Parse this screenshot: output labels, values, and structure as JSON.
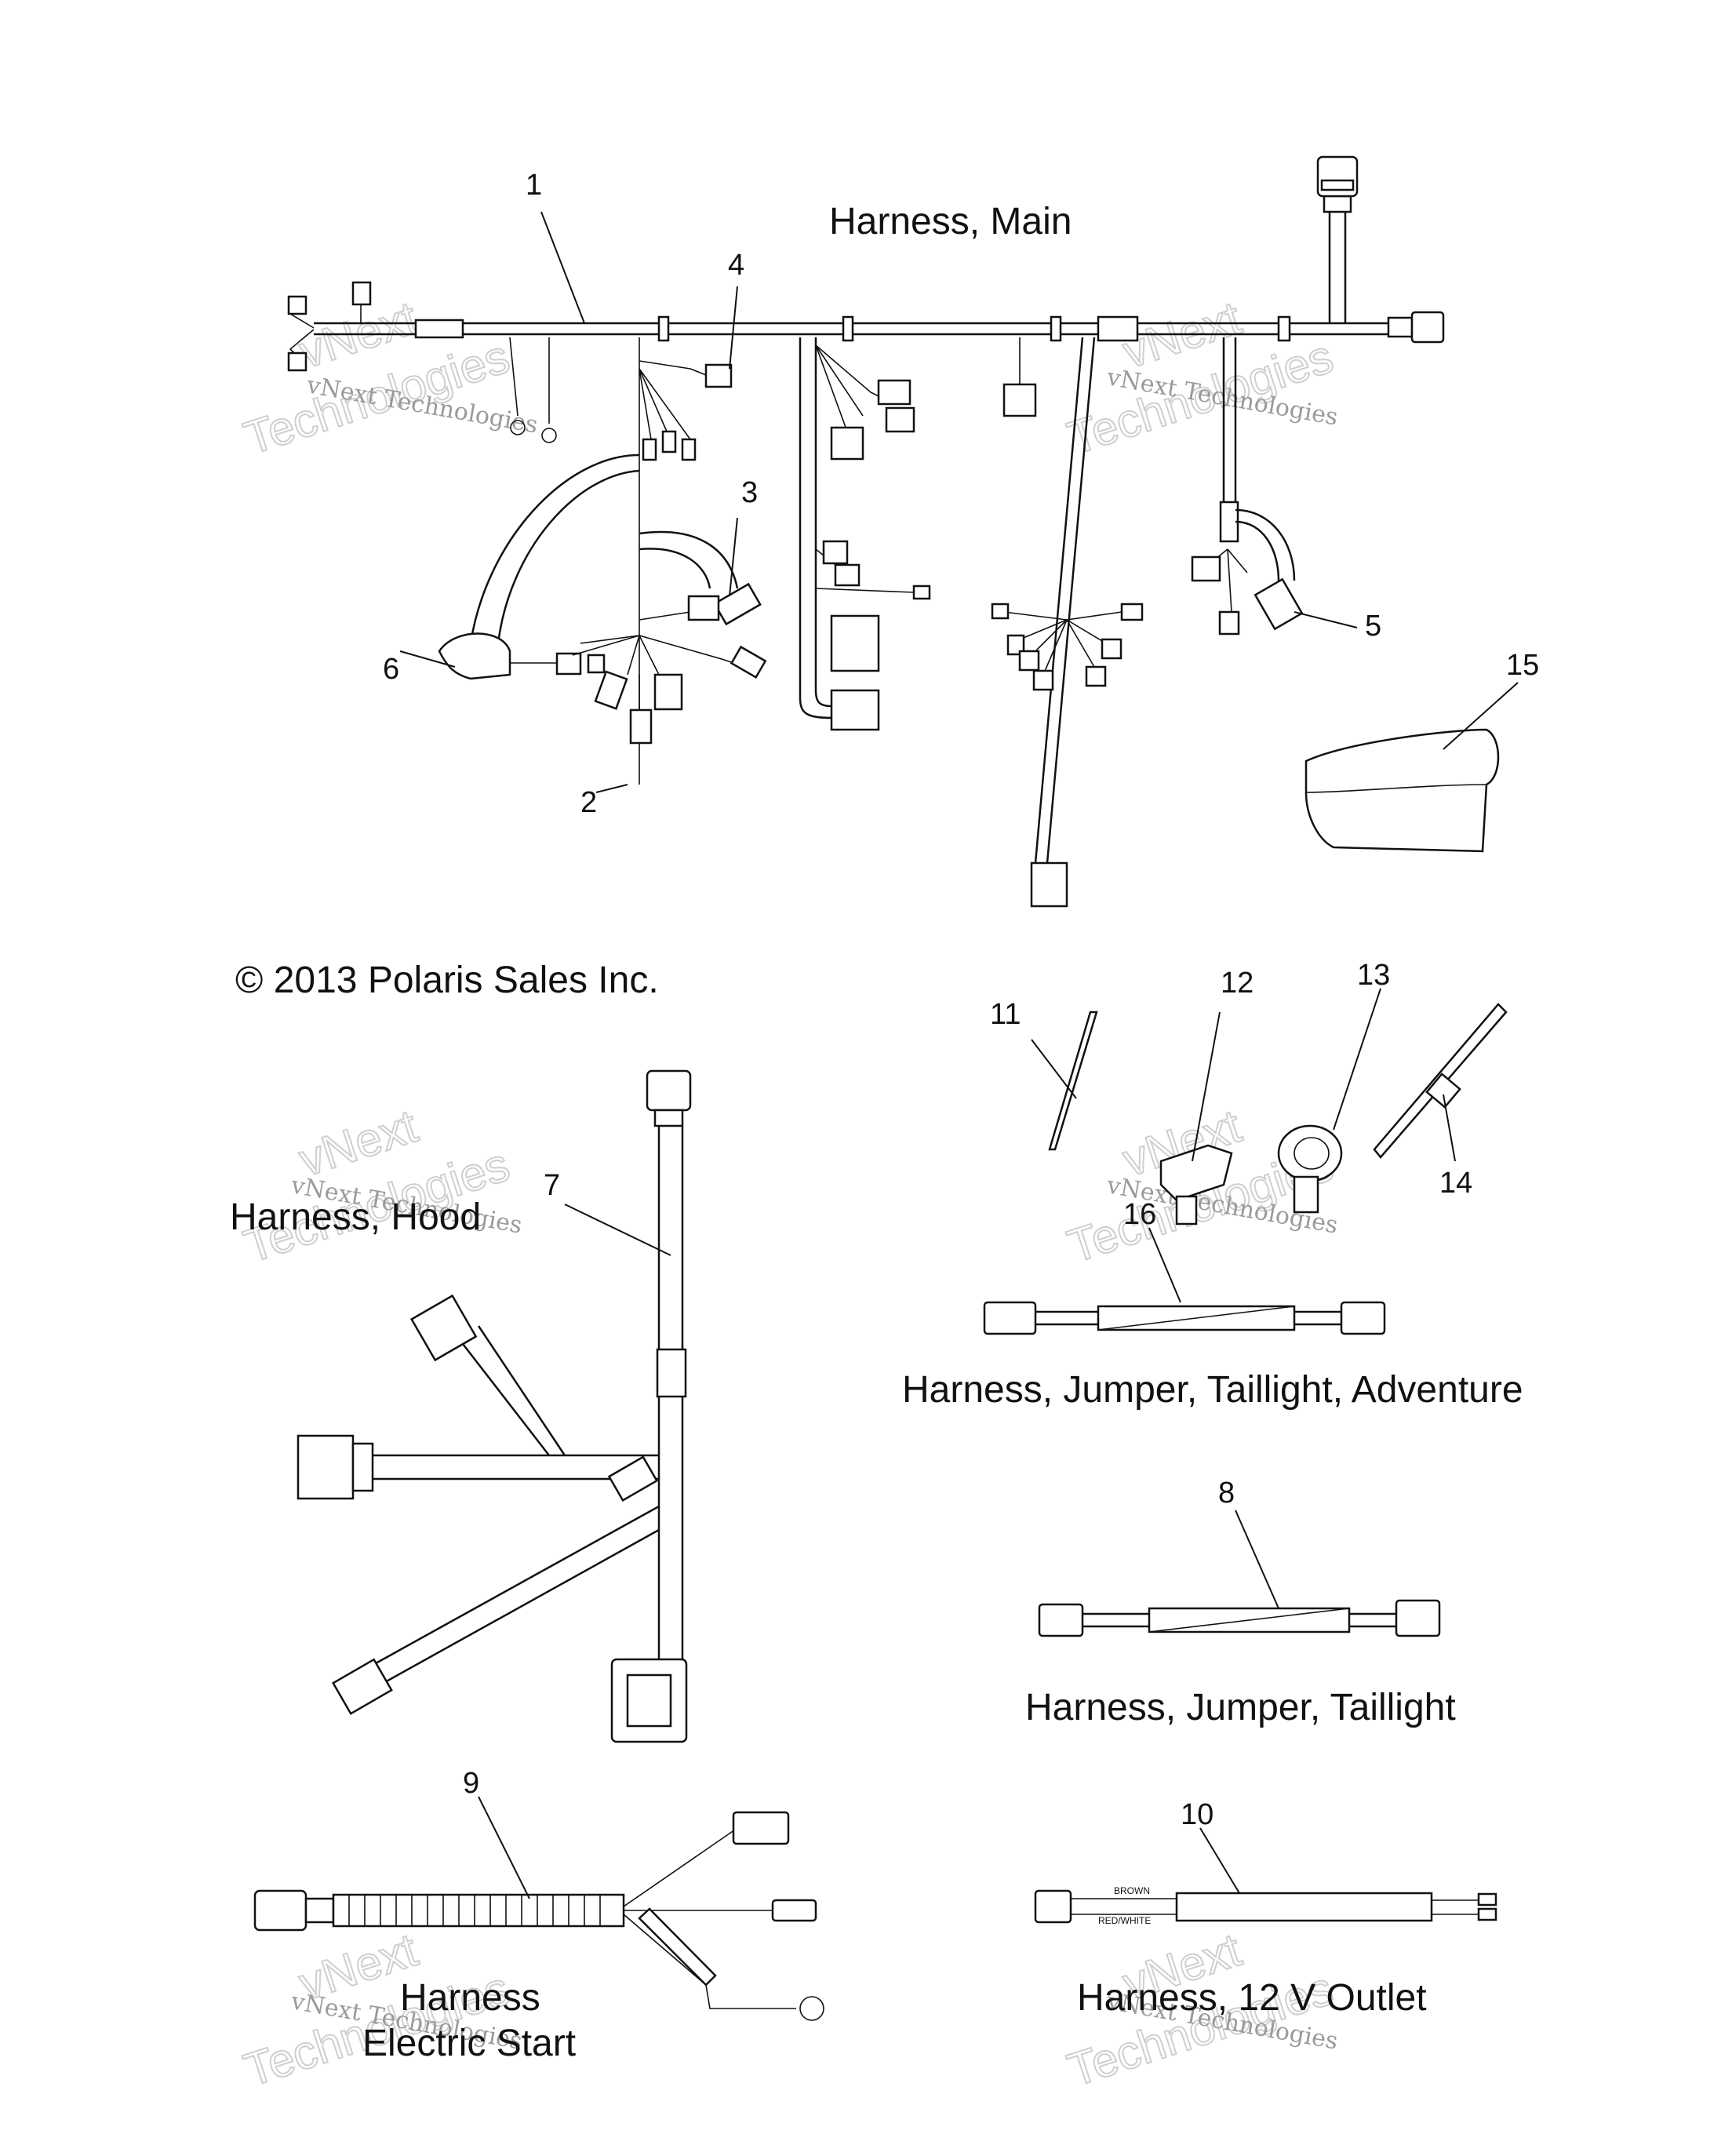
{
  "titles": {
    "main": "Harness, Main",
    "hood": "Harness, Hood",
    "jumper_adventure": "Harness, Jumper, Taillight, Adventure",
    "jumper_taillight": "Harness, Jumper, Taillight",
    "electric_start_1": "Harness",
    "electric_start_2": "Electric Start",
    "outlet": "Harness, 12 V Outlet"
  },
  "copyright": "© 2013 Polaris Sales Inc.",
  "callouts": [
    "1",
    "2",
    "3",
    "4",
    "5",
    "6",
    "7",
    "8",
    "9",
    "10",
    "11",
    "12",
    "13",
    "14",
    "15",
    "16"
  ],
  "wire_labels": {
    "brown": "BROWN",
    "red_white": "RED/WHITE"
  },
  "watermark": {
    "small": "vNext Technologies",
    "big_1": "vNext",
    "big_2": "Technologies"
  }
}
